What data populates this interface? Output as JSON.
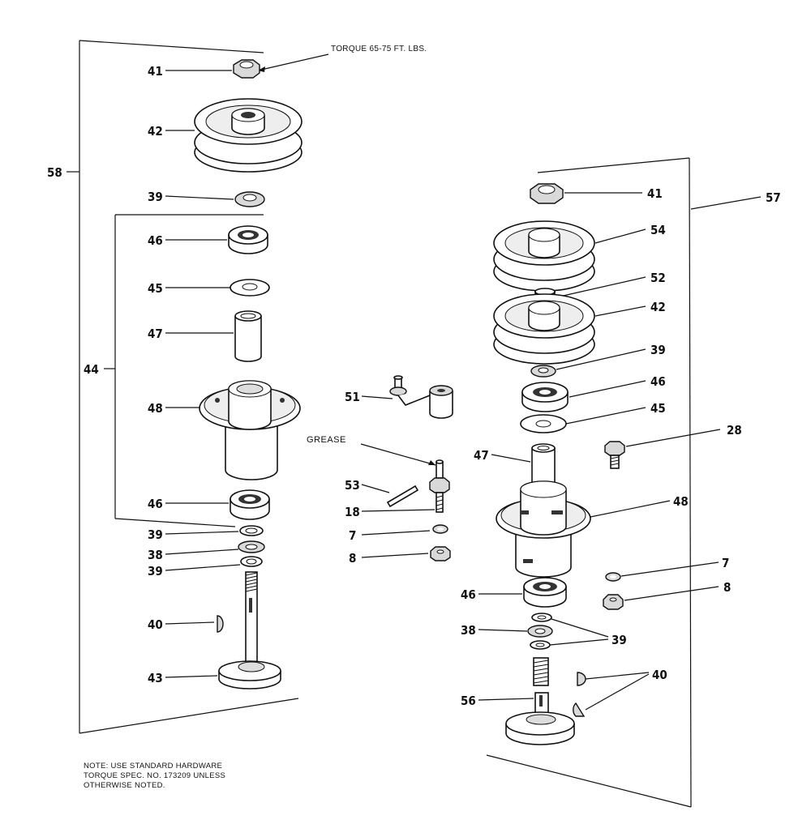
{
  "callouts": {
    "torque_top": "TORQUE 65-75 FT. LBS.",
    "grease": "GREASE"
  },
  "labels": {
    "l58": "58",
    "l57": "57",
    "l44": "44",
    "left_41": "41",
    "left_42": "42",
    "left_39a": "39",
    "left_46a": "46",
    "left_45": "45",
    "left_47": "47",
    "left_48": "48",
    "left_46b": "46",
    "left_39b": "39",
    "left_38": "38",
    "left_39c": "39",
    "left_40": "40",
    "left_43": "43",
    "mid_51": "51",
    "mid_53": "53",
    "mid_18": "18",
    "mid_7": "7",
    "mid_8": "8",
    "right_41": "41",
    "right_54": "54",
    "right_52": "52",
    "right_42": "42",
    "right_39a": "39",
    "right_46a": "46",
    "right_45": "45",
    "right_28": "28",
    "right_47": "47",
    "right_48": "48",
    "right_7": "7",
    "right_8": "8",
    "right_46b": "46",
    "right_38": "38",
    "right_39b": "39",
    "right_40": "40",
    "right_56": "56"
  },
  "note": {
    "line1": "NOTE:  USE STANDARD HARDWARE",
    "line2": "TORQUE SPEC. NO. 173209 UNLESS",
    "line3": "OTHERWISE NOTED."
  }
}
